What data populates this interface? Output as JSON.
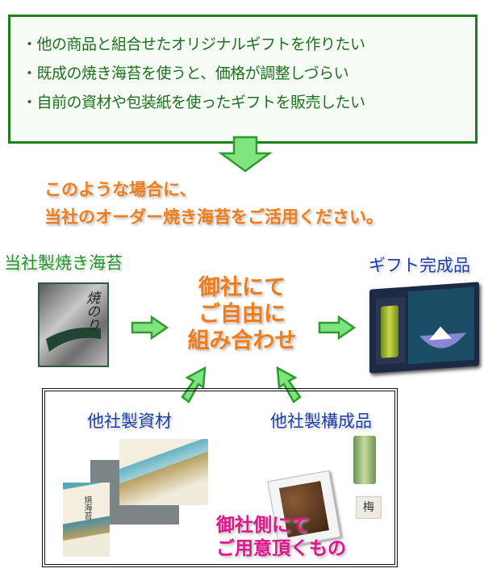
{
  "needs": {
    "items": [
      "・他の商品と組合せたオリジナルギフトを作りたい",
      "・既成の焼き海苔を使うと、価格が調整しづらい",
      "・自前の資材や包装紙を使ったギフトを販売したい"
    ]
  },
  "lead": {
    "line1": "このような場合に、",
    "line2": "当社のオーダー焼き海苔をご活用ください。"
  },
  "flow": {
    "own_product_label": "当社製焼き海苔",
    "nori_package_text": "焼のり",
    "center": [
      "御社にて",
      "ご自由に",
      "組み合わせ"
    ],
    "result_label": "ギフト完成品",
    "materials_label": "他社製資材",
    "box_text": "焼海苔",
    "components_label": "他社製構成品",
    "small_box_text": "梅",
    "prepared": [
      "御社側にて",
      "ご用意頂くもの"
    ]
  },
  "colors": {
    "green": "#1f7f1f",
    "arrow": "#7ee57e",
    "orange": "#f07d1a",
    "blue": "#1a3eaa",
    "pink": "#e0148c"
  }
}
